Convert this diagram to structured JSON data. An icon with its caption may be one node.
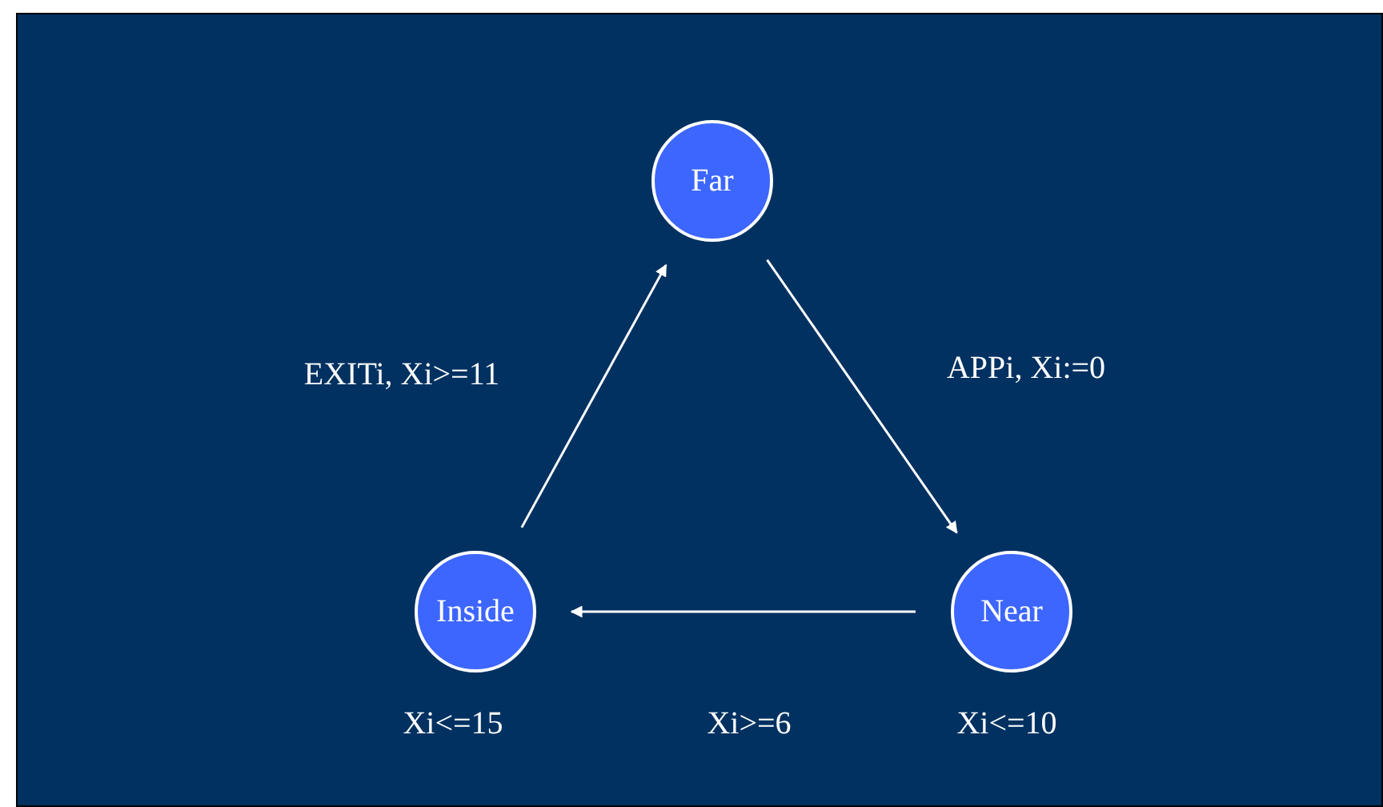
{
  "diagram": {
    "nodes": [
      {
        "text": [
          "Far"
        ]
      },
      {
        "text": [
          "Near"
        ],
        "beside": [
          "Xi<=10"
        ]
      },
      {
        "text": [
          "Inside"
        ],
        "beside": [
          "Xi<=15"
        ]
      }
    ],
    "edges": [
      {
        "from": 0,
        "to": 1,
        "arrow": "to",
        "label": "APPi, Xi:=0"
      },
      {
        "from": 1,
        "to": 2,
        "arrow": "to",
        "label": "Xi>=6"
      },
      {
        "from": 2,
        "to": 0,
        "arrow": "to",
        "label": "EXITi, Xi>=11"
      }
    ]
  }
}
